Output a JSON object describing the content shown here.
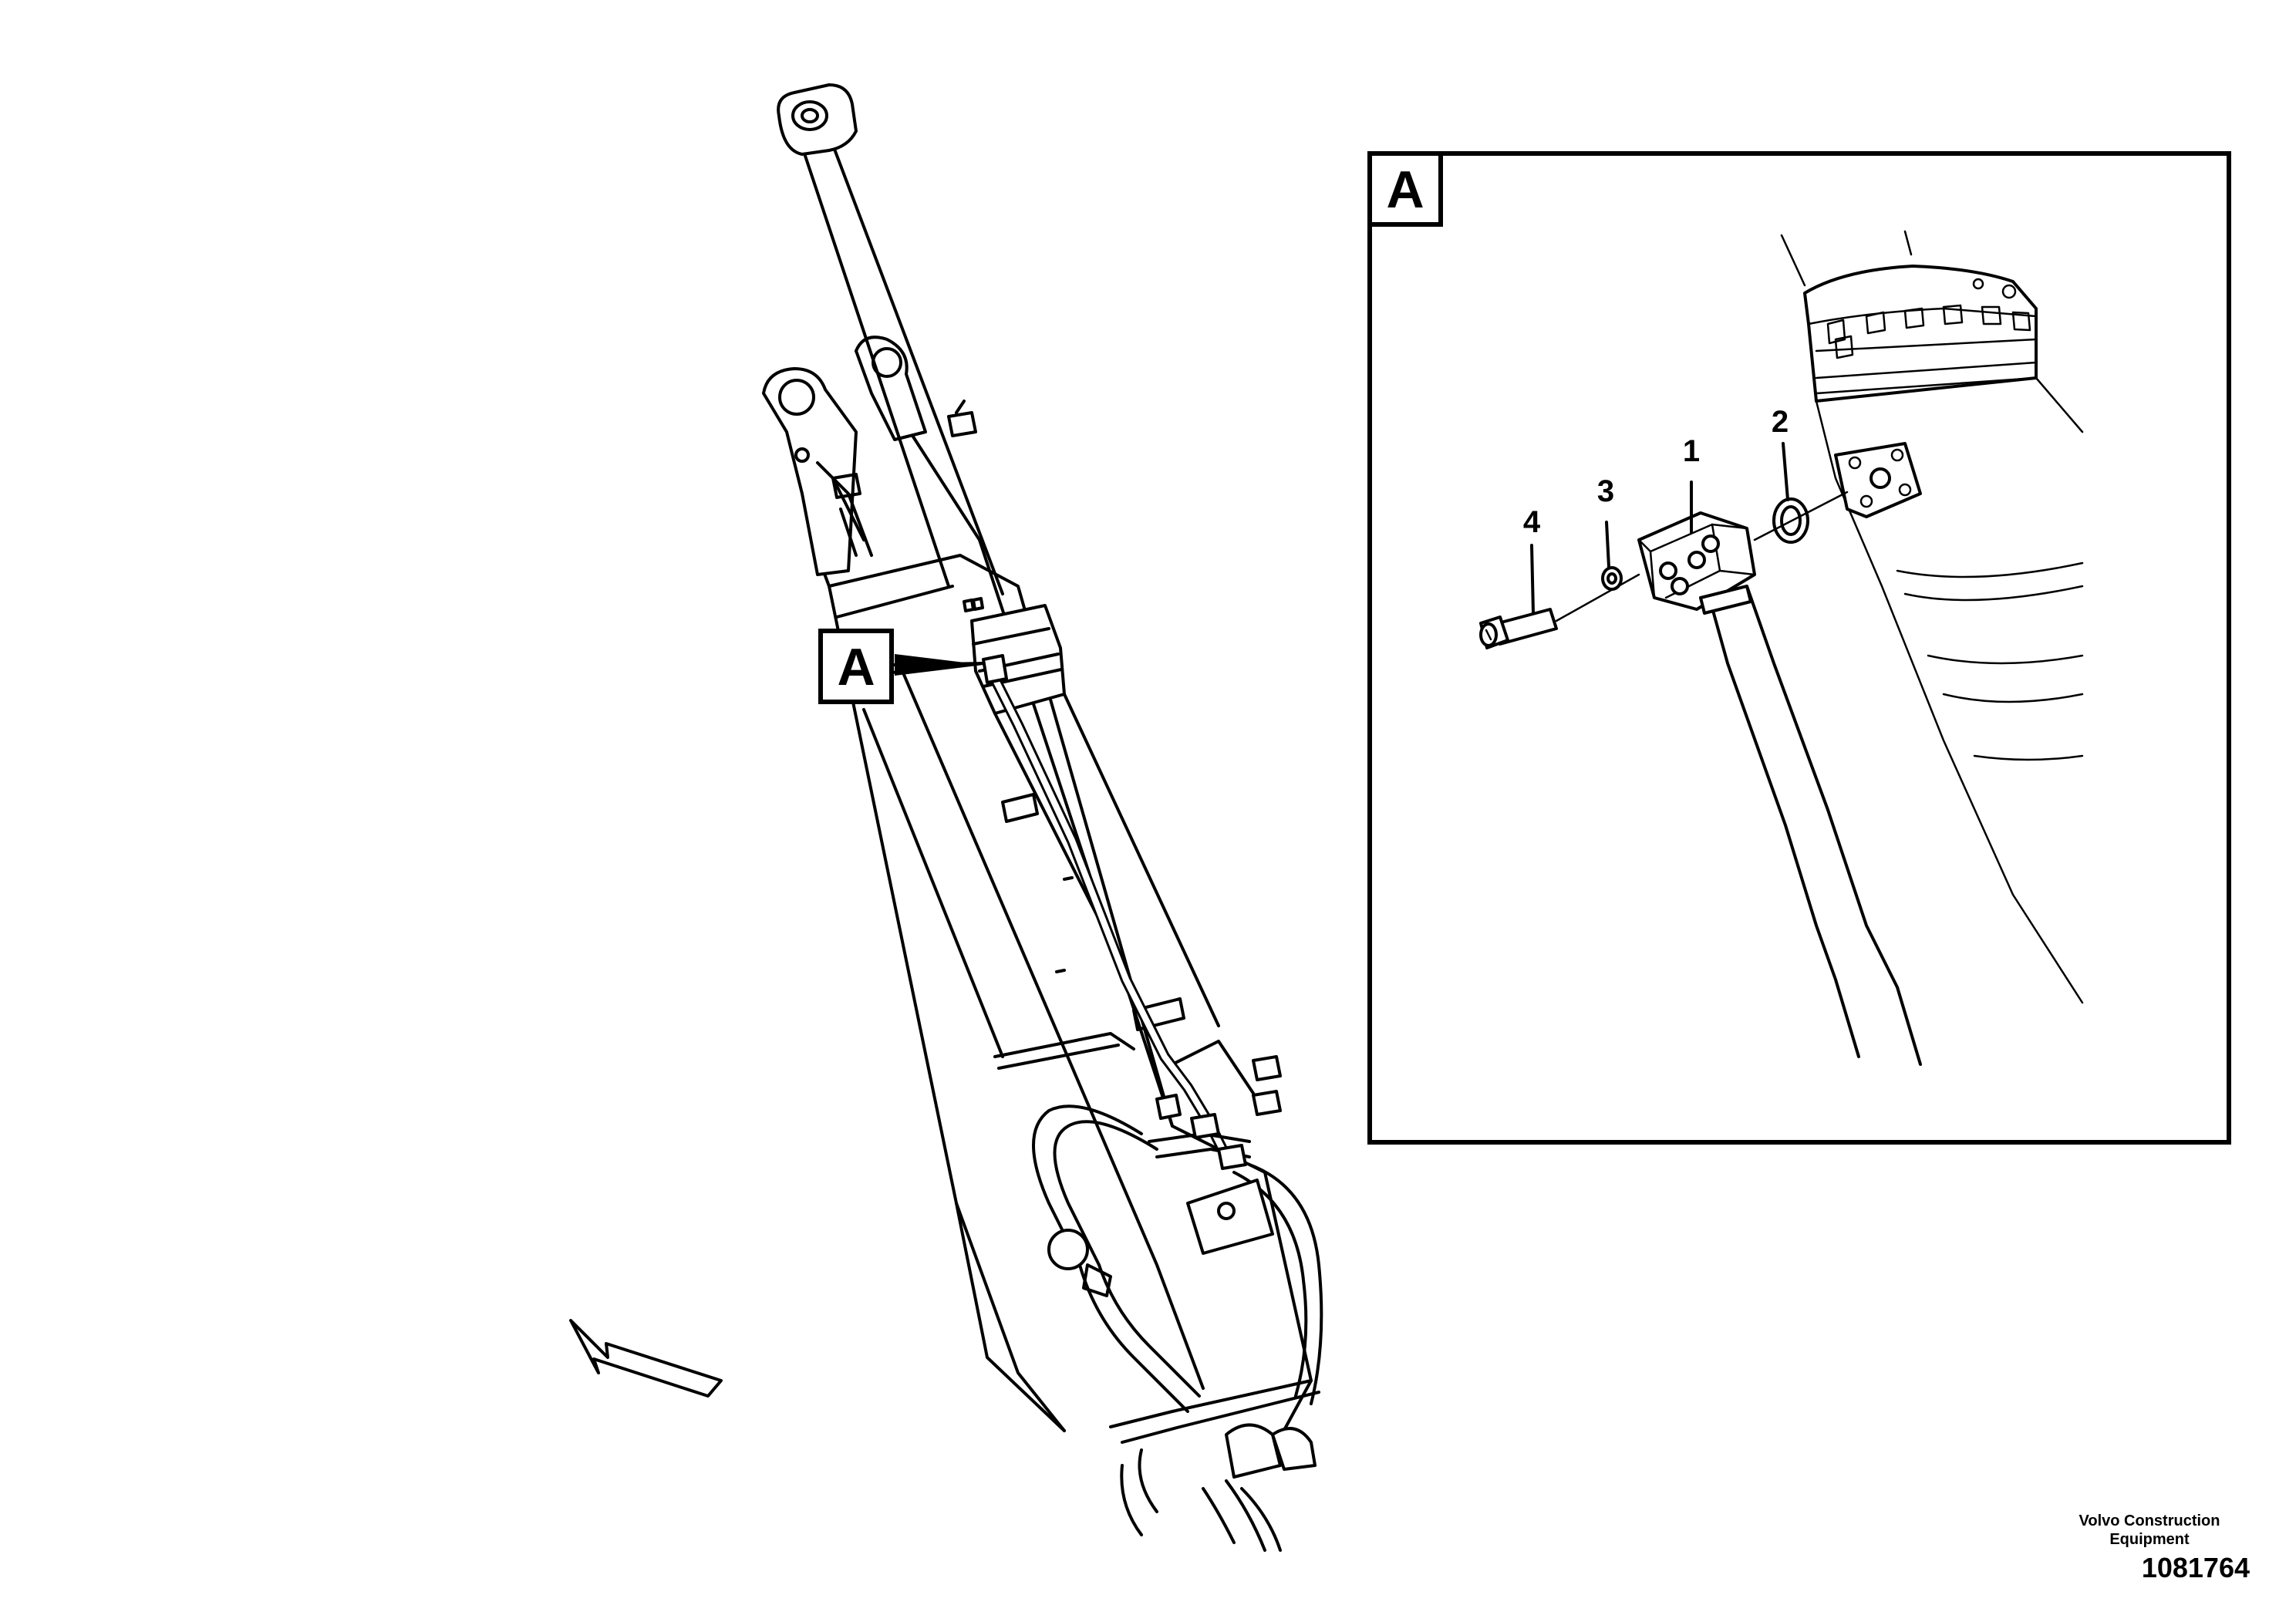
{
  "detail_tag_overview": "A",
  "detail_tag_panel": "A",
  "part_callouts": [
    {
      "number": "1",
      "part": "flange"
    },
    {
      "number": "2",
      "part": "o-ring"
    },
    {
      "number": "3",
      "part": "washer"
    },
    {
      "number": "4",
      "part": "screw"
    }
  ],
  "footer": {
    "company": "Volvo Construction Equipment",
    "drawing_number": "1081764"
  }
}
